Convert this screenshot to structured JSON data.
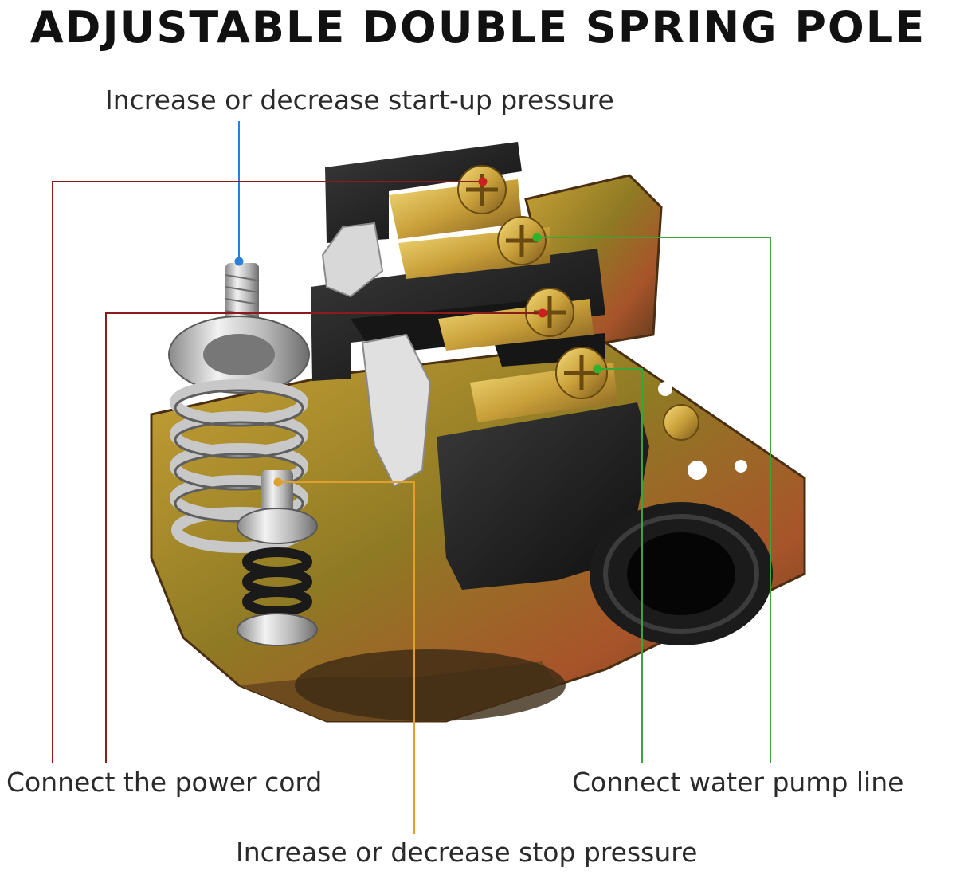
{
  "title": "ADJUSTABLE DOUBLE SPRING POLE",
  "labels": {
    "startup_pressure": "Increase or decrease start-up pressure",
    "power_cord": "Connect the power cord",
    "water_pump_line": "Connect water pump line",
    "stop_pressure": "Increase or decrease stop pressure"
  },
  "colors": {
    "startup_pressure": "#2b7fd4",
    "power_cord": "#8b1c1c",
    "water_pump_line": "#3aa63a",
    "stop_pressure": "#e0a030"
  }
}
